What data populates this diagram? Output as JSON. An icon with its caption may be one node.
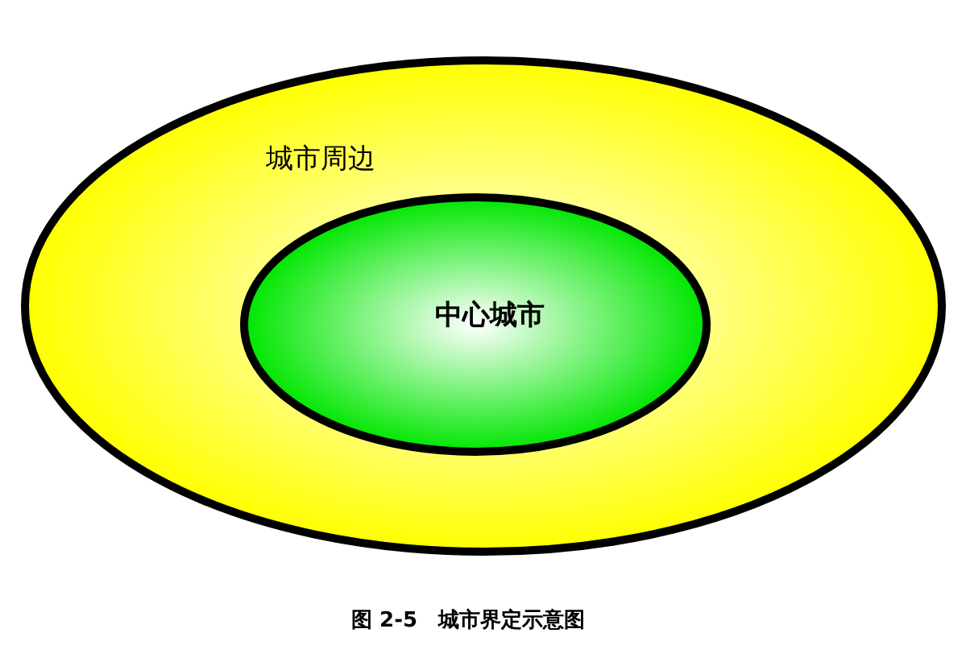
{
  "diagram": {
    "caption": "图 2-5　城市界定示意图",
    "nodes": [
      {
        "text": [
          "城市周边"
        ]
      },
      {
        "text": [
          "中心城市"
        ],
        "in": 0
      }
    ]
  }
}
